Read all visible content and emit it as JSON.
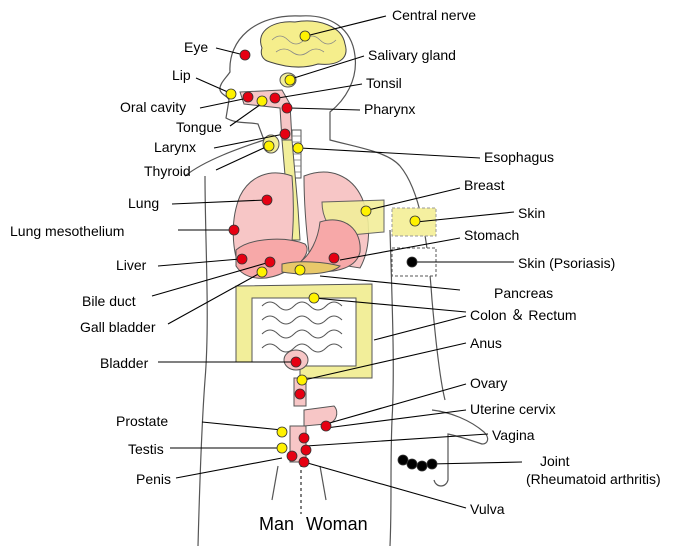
{
  "colors": {
    "red_marker": "#e60012",
    "yellow_marker": "#fff200",
    "black_marker": "#000000",
    "organ_pink": "#f7c6c6",
    "organ_yellow": "#f2ee9a",
    "brain_yellow": "#f5ee8c"
  },
  "labels": {
    "central_nerve": "Central nerve",
    "eye": "Eye",
    "salivary_gland": "Salivary gland",
    "lip": "Lip",
    "tonsil": "Tonsil",
    "oral_cavity": "Oral cavity",
    "pharynx": "Pharynx",
    "tongue": "Tongue",
    "larynx": "Larynx",
    "esophagus": "Esophagus",
    "thyroid": "Thyroid",
    "breast": "Breast",
    "lung": "Lung",
    "skin": "Skin",
    "lung_mesothelium": "Lung mesothelium",
    "stomach": "Stomach",
    "liver": "Liver",
    "skin_psoriasis": "Skin (Psoriasis)",
    "pancreas": "Pancreas",
    "bile_duct": "Bile duct",
    "colon_rectum": "Colon ＆ Rectum",
    "gall_bladder": "Gall bladder",
    "anus": "Anus",
    "bladder": "Bladder",
    "ovary": "Ovary",
    "uterine_cervix": "Uterine cervix",
    "prostate": "Prostate",
    "vagina": "Vagina",
    "testis": "Testis",
    "joint_line1": "Joint",
    "joint_line2": "(Rheumatoid arthritis)",
    "penis": "Penis",
    "vulva": "Vulva",
    "man": "Man",
    "woman": "Woman"
  }
}
